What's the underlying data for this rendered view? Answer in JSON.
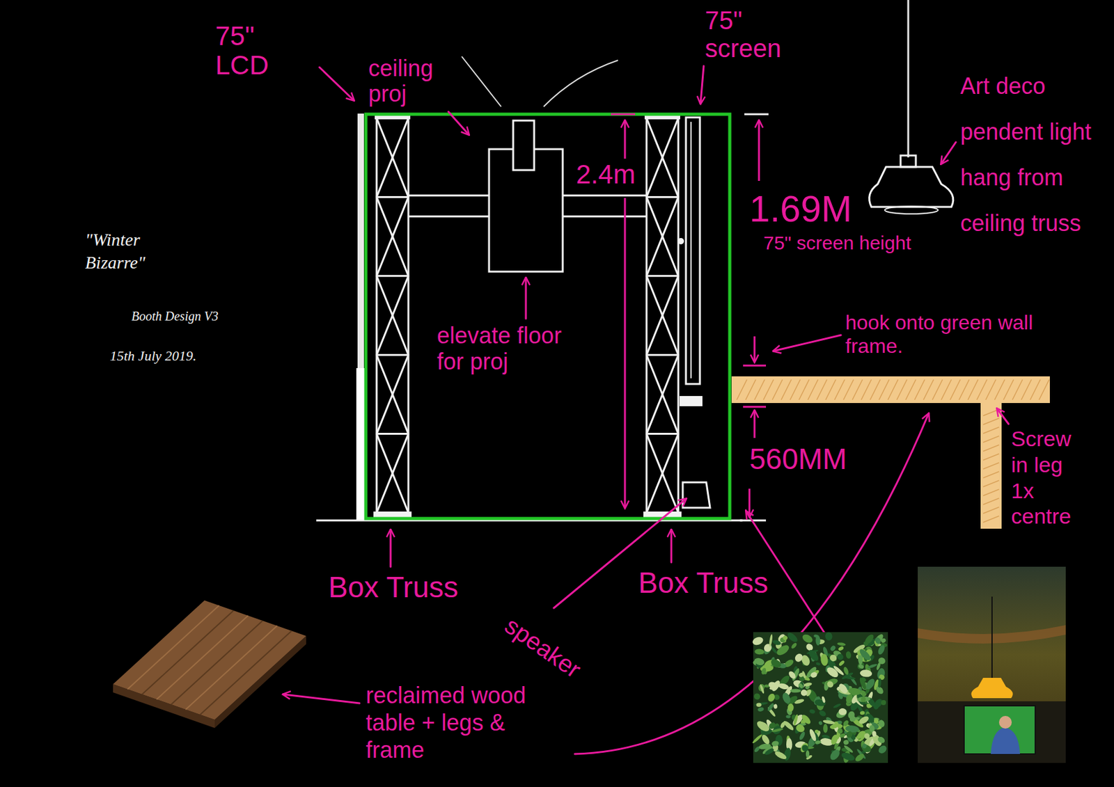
{
  "diagram": {
    "title": "\"Winter Bizarre\"",
    "labels": [
      "75\" LCD",
      "ceiling proj",
      "75\" screen",
      "2.4m",
      "1.69M",
      "75\" screen height",
      "Art deco pendent light hang from ceiling truss",
      "elevate floor for proj",
      "hook onto green wall frame.",
      "560MM",
      "Screw in leg 1x centre",
      "Box Truss",
      "Box Truss",
      "speaker",
      "reclaimed wood table + legs & frame",
      "Booth Design V3",
      "15th July 2019."
    ]
  }
}
